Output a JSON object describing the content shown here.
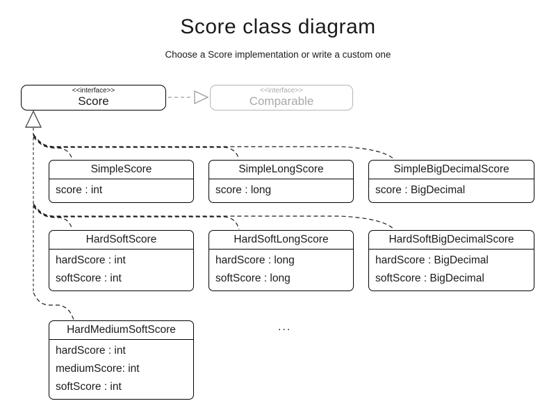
{
  "header": {
    "title": "Score class diagram",
    "subtitle": "Choose a Score implementation or write a custom one"
  },
  "interfaces": {
    "score": {
      "stereotype": "<<interface>>",
      "name": "Score"
    },
    "comparable": {
      "stereotype": "<<interface>>",
      "name": "Comparable"
    }
  },
  "classes": [
    {
      "name": "SimpleScore",
      "attributes": [
        "score : int"
      ]
    },
    {
      "name": "SimpleLongScore",
      "attributes": [
        "score : long"
      ]
    },
    {
      "name": "SimpleBigDecimalScore",
      "attributes": [
        "score : BigDecimal"
      ]
    },
    {
      "name": "HardSoftScore",
      "attributes": [
        "hardScore : int",
        "softScore : int"
      ]
    },
    {
      "name": "HardSoftLongScore",
      "attributes": [
        "hardScore : long",
        "softScore : long"
      ]
    },
    {
      "name": "HardSoftBigDecimalScore",
      "attributes": [
        "hardScore : BigDecimal",
        "softScore : BigDecimal"
      ]
    },
    {
      "name": "HardMediumSoftScore",
      "attributes": [
        "hardScore : int",
        "mediumScore: int",
        "softScore : int"
      ]
    }
  ],
  "ellipsis": "...",
  "colors": {
    "line": "#1a1a1a",
    "trunk_gray": "#888888",
    "muted_border": "#b4b4b4",
    "muted_text": "#a9a9a9",
    "background": "#ffffff"
  }
}
